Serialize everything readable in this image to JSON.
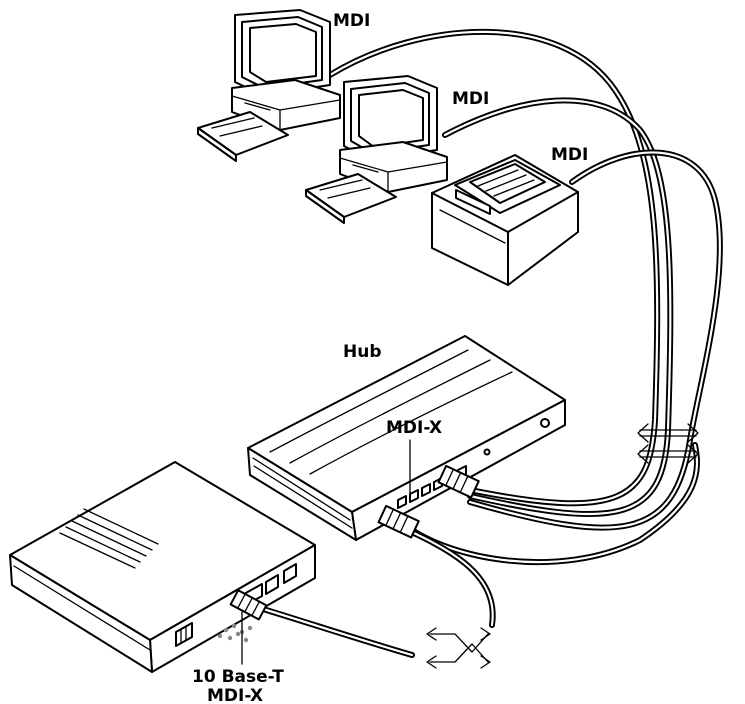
{
  "labels": {
    "pc1": "MDI",
    "pc2": "MDI",
    "printer": "MDI",
    "hub": "Hub",
    "hub_port": "MDI-X",
    "device_port_line1": "10 Base-T",
    "device_port_line2": "MDI-X"
  },
  "icons": [
    "computer-icon",
    "computer-icon",
    "printer-icon",
    "hub-icon",
    "network-device-icon",
    "rj45-connector-icon",
    "straight-arrows-icon",
    "crossover-arrows-icon"
  ]
}
